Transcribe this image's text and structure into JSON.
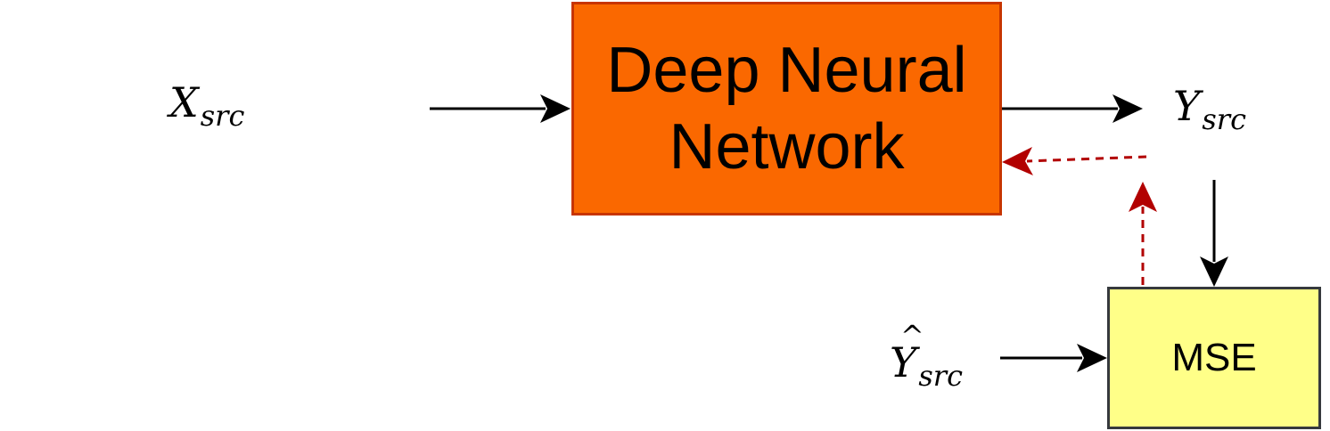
{
  "nodes": {
    "dnn": {
      "line1": "Deep Neural",
      "line2": "Network",
      "fill": "#fa6800",
      "stroke": "#c73500"
    },
    "mse": {
      "label": "MSE",
      "fill": "#ffff88",
      "stroke": "#36393d"
    }
  },
  "labels": {
    "x_src": {
      "main": "X",
      "sub": "src"
    },
    "y_src": {
      "main": "Y",
      "sub": "src"
    },
    "y_hat_src": {
      "main": "Y",
      "hat": "^",
      "sub": "src"
    }
  },
  "edges": {
    "forward_color": "#000000",
    "backprop_color": "#b20000"
  }
}
